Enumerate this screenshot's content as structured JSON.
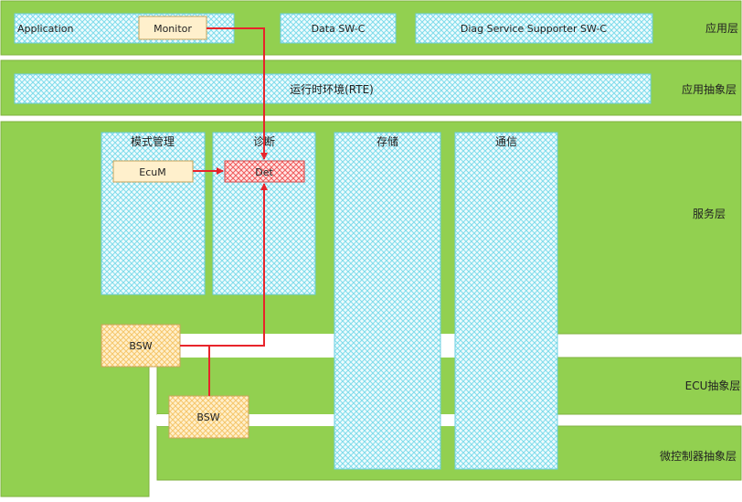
{
  "layers": {
    "application": "应用层",
    "rte_abstraction": "应用抽象层",
    "service": "服务层",
    "ecu_abstraction": "ECU抽象层",
    "microcontroller_abstraction": "微控制器抽象层"
  },
  "application_layer": {
    "application_label": "Application",
    "monitor_label": "Monitor",
    "data_swc_label": "Data SW-C",
    "diag_swc_label": "Diag Service Supporter SW-C"
  },
  "rte": {
    "label": "运行时环境(RTE)"
  },
  "service_layer": {
    "mode_mgmt_label": "模式管理",
    "ecum_label": "EcuM",
    "diag_label": "诊断",
    "det_label": "Det",
    "storage_label": "存储",
    "comm_label": "通信"
  },
  "bsw": {
    "upper_label": "BSW",
    "lower_label": "BSW"
  },
  "colors": {
    "layer_green": "#92D050",
    "cyan_hatch": "#7FDCEB",
    "hatch_bg": "#EEFBFD",
    "orange_fill": "#FFF0CC",
    "orange_hatch": "#F6C66B",
    "det_red": "#F05A5A",
    "det_bg": "#FFE6E6",
    "connector_red": "#E8242B"
  }
}
